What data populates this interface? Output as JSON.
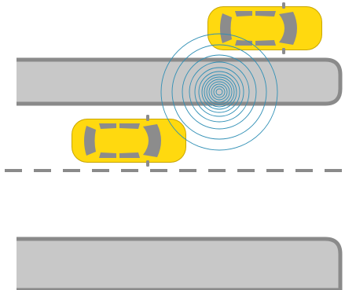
{
  "scene": {
    "background_color": "#ffffff",
    "kerb_fill_color": "#c8c8c8",
    "kerb_stroke_color": "#8a8a8a",
    "lane_marking_color": "#8a8a8a",
    "signal_wave_color": "#2f8fb5",
    "signal_wave_count": 13,
    "vehicles": [
      {
        "type": "taxi",
        "body_color": "#ffd90f",
        "glass_color": "#8c8c8c",
        "heading": "right"
      },
      {
        "type": "taxi",
        "body_color": "#ffd90f",
        "glass_color": "#8c8c8c",
        "heading": "right"
      }
    ]
  }
}
